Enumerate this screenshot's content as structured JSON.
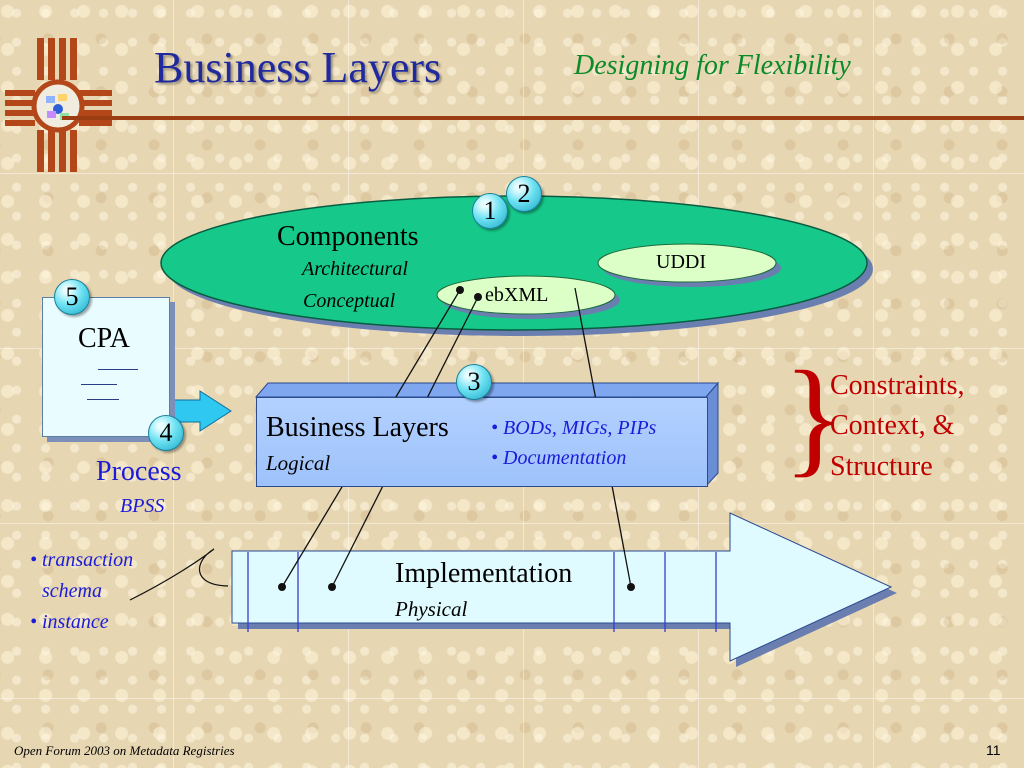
{
  "slide": {
    "title": "Business Layers",
    "subtitle": "Designing for Flexibility",
    "footer": "Open Forum 2003 on Metadata Registries",
    "page_number": "11"
  },
  "components": {
    "label": "Components",
    "sub1": "Architectural",
    "sub2": "Conceptual",
    "uddi": "UDDI",
    "ebxml": "ebXML"
  },
  "cpa": {
    "label": "CPA"
  },
  "process": {
    "label": "Process",
    "sub": "BPSS"
  },
  "business_layers": {
    "label": "Business Layers",
    "sub": "Logical",
    "bullets": [
      "• BODs, MIGs, PIPs",
      "• Documentation"
    ]
  },
  "constraints": {
    "lines": [
      "Constraints,",
      "Context, &",
      "Structure"
    ]
  },
  "implementation": {
    "label": "Implementation",
    "sub": "Physical"
  },
  "bullets_left": [
    "• transaction",
    "schema",
    "• instance"
  ],
  "badges": {
    "b1": "1",
    "b2": "2",
    "b3": "3",
    "b4": "4",
    "b5": "5"
  },
  "colors": {
    "title": "#1f2a9e",
    "subtitle": "#0b8a2a",
    "rule": "#9a3d12",
    "ellipse": "#16c98a",
    "badge": "#6fe2f3",
    "business_box": "#a9cafd",
    "constraints": "#c00000",
    "bullets": "#1b1bd8"
  }
}
